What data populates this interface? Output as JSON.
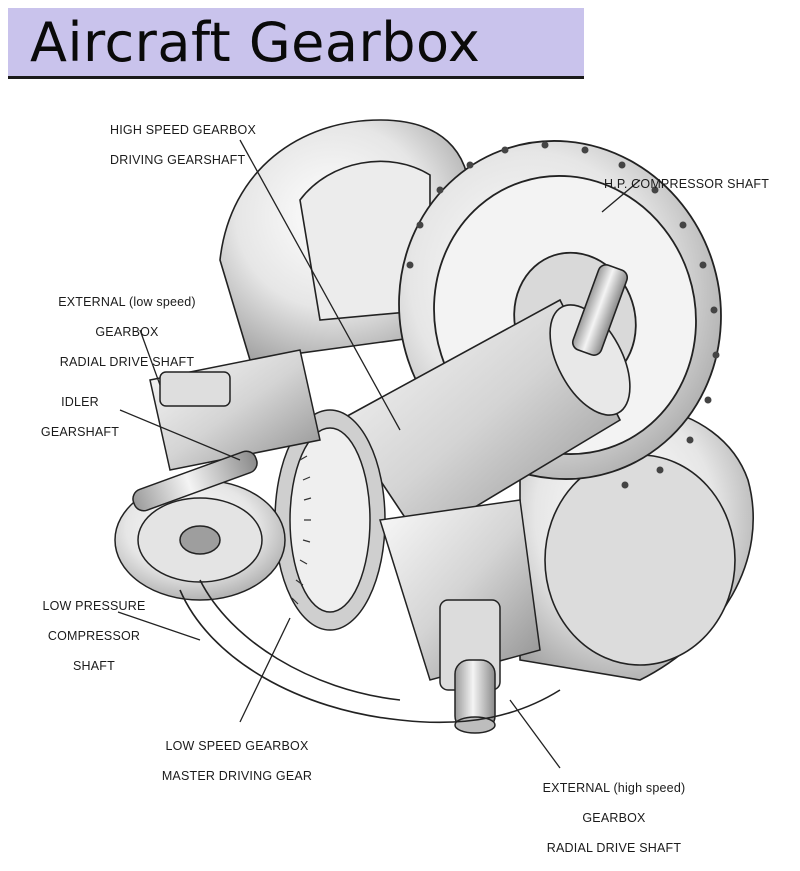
{
  "title": "Aircraft Gearbox",
  "labels": {
    "hs_driving_gearshaft": [
      "HIGH SPEED GEARBOX",
      "DRIVING GEARSHAFT"
    ],
    "hp_compressor_shaft": [
      "H.P. COMPRESSOR SHAFT"
    ],
    "external_low_speed": [
      "EXTERNAL (low speed)",
      "GEARBOX",
      "RADIAL DRIVE SHAFT"
    ],
    "idler_gearshaft": [
      "IDLER",
      "GEARSHAFT"
    ],
    "lp_compressor_shaft": [
      "LOW PRESSURE",
      "COMPRESSOR",
      "SHAFT"
    ],
    "ls_master_driving_gear": [
      "LOW SPEED GEARBOX",
      "MASTER DRIVING GEAR"
    ],
    "external_high_speed": [
      "EXTERNAL (high speed)",
      "GEARBOX",
      "RADIAL DRIVE SHAFT"
    ]
  },
  "colors": {
    "title_background": "#c9c3ec",
    "line_art": "#222222",
    "metal_light": "#f2f2f2",
    "metal_shade": "#b8b8b8"
  }
}
